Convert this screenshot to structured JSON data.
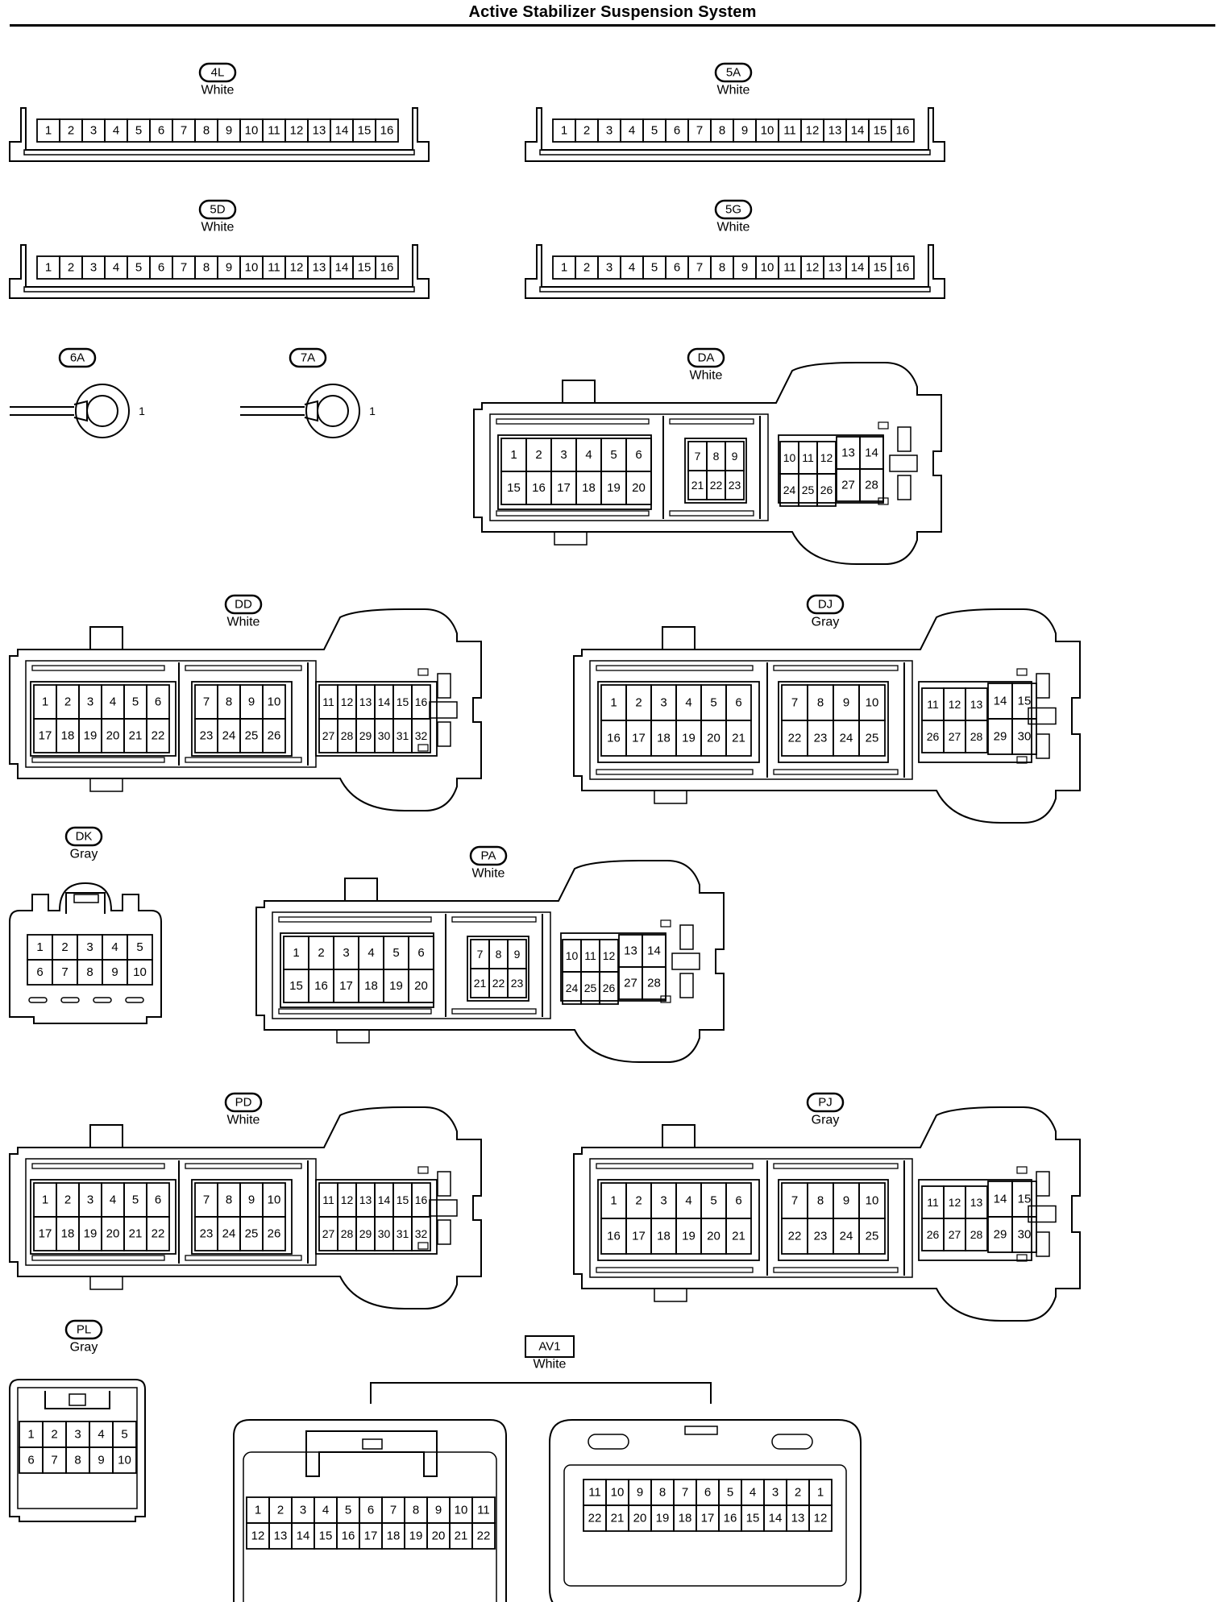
{
  "page_title": "Active Stabilizer Suspension System",
  "connectors": [
    {
      "id": "4L",
      "code": "4L",
      "color": "White",
      "kind": "strip",
      "pins": [
        "1",
        "2",
        "3",
        "4",
        "5",
        "6",
        "7",
        "8",
        "9",
        "10",
        "11",
        "12",
        "13",
        "14",
        "15",
        "16"
      ]
    },
    {
      "id": "5A",
      "code": "5A",
      "color": "White",
      "kind": "strip",
      "pins": [
        "1",
        "2",
        "3",
        "4",
        "5",
        "6",
        "7",
        "8",
        "9",
        "10",
        "11",
        "12",
        "13",
        "14",
        "15",
        "16"
      ]
    },
    {
      "id": "5D",
      "code": "5D",
      "color": "White",
      "kind": "strip",
      "pins": [
        "1",
        "2",
        "3",
        "4",
        "5",
        "6",
        "7",
        "8",
        "9",
        "10",
        "11",
        "12",
        "13",
        "14",
        "15",
        "16"
      ]
    },
    {
      "id": "5G",
      "code": "5G",
      "color": "White",
      "kind": "strip",
      "pins": [
        "1",
        "2",
        "3",
        "4",
        "5",
        "6",
        "7",
        "8",
        "9",
        "10",
        "11",
        "12",
        "13",
        "14",
        "15",
        "16"
      ]
    },
    {
      "id": "6A",
      "code": "6A",
      "kind": "ring",
      "pin": "1"
    },
    {
      "id": "7A",
      "code": "7A",
      "kind": "ring",
      "pin": "1"
    },
    {
      "id": "DA",
      "code": "DA",
      "color": "White",
      "kind": "ecu28",
      "groups": [
        {
          "cols": 6,
          "rows": [
            [
              "1",
              "2",
              "3",
              "4",
              "5",
              "6"
            ],
            [
              "15",
              "16",
              "17",
              "18",
              "19",
              "20"
            ]
          ]
        },
        {
          "cols": 3,
          "rows": [
            [
              "7",
              "8",
              "9"
            ],
            [
              "21",
              "22",
              "23"
            ]
          ]
        },
        {
          "cols": 3,
          "rows": [
            [
              "10",
              "11",
              "12"
            ],
            [
              "24",
              "25",
              "26"
            ]
          ]
        },
        {
          "cols": 2,
          "rows": [
            [
              "13",
              "14"
            ],
            [
              "27",
              "28"
            ]
          ]
        }
      ]
    },
    {
      "id": "DD",
      "code": "DD",
      "color": "White",
      "kind": "ecu32",
      "groups": [
        {
          "cols": 6,
          "rows": [
            [
              "1",
              "2",
              "3",
              "4",
              "5",
              "6"
            ],
            [
              "17",
              "18",
              "19",
              "20",
              "21",
              "22"
            ]
          ]
        },
        {
          "cols": 4,
          "rows": [
            [
              "7",
              "8",
              "9",
              "10"
            ],
            [
              "23",
              "24",
              "25",
              "26"
            ]
          ]
        },
        {
          "cols": 6,
          "rows": [
            [
              "11",
              "12",
              "13",
              "14",
              "15",
              "16"
            ],
            [
              "27",
              "28",
              "29",
              "30",
              "31",
              "32"
            ]
          ]
        }
      ]
    },
    {
      "id": "DJ",
      "code": "DJ",
      "color": "Gray",
      "kind": "ecu30",
      "groups": [
        {
          "cols": 6,
          "rows": [
            [
              "1",
              "2",
              "3",
              "4",
              "5",
              "6"
            ],
            [
              "16",
              "17",
              "18",
              "19",
              "20",
              "21"
            ]
          ]
        },
        {
          "cols": 4,
          "rows": [
            [
              "7",
              "8",
              "9",
              "10"
            ],
            [
              "22",
              "23",
              "24",
              "25"
            ]
          ]
        },
        {
          "cols": 3,
          "rows": [
            [
              "11",
              "12",
              "13"
            ],
            [
              "26",
              "27",
              "28"
            ]
          ]
        },
        {
          "cols": 2,
          "rows": [
            [
              "14",
              "15"
            ],
            [
              "29",
              "30"
            ]
          ]
        }
      ]
    },
    {
      "id": "DK",
      "code": "DK",
      "color": "Gray",
      "kind": "small10",
      "rows": [
        [
          "1",
          "2",
          "3",
          "4",
          "5"
        ],
        [
          "6",
          "7",
          "8",
          "9",
          "10"
        ]
      ]
    },
    {
      "id": "PA",
      "code": "PA",
      "color": "White",
      "kind": "ecu28",
      "groups": [
        {
          "cols": 6,
          "rows": [
            [
              "1",
              "2",
              "3",
              "4",
              "5",
              "6"
            ],
            [
              "15",
              "16",
              "17",
              "18",
              "19",
              "20"
            ]
          ]
        },
        {
          "cols": 3,
          "rows": [
            [
              "7",
              "8",
              "9"
            ],
            [
              "21",
              "22",
              "23"
            ]
          ]
        },
        {
          "cols": 3,
          "rows": [
            [
              "10",
              "11",
              "12"
            ],
            [
              "24",
              "25",
              "26"
            ]
          ]
        },
        {
          "cols": 2,
          "rows": [
            [
              "13",
              "14"
            ],
            [
              "27",
              "28"
            ]
          ]
        }
      ]
    },
    {
      "id": "PD",
      "code": "PD",
      "color": "White",
      "kind": "ecu32",
      "groups": [
        {
          "cols": 6,
          "rows": [
            [
              "1",
              "2",
              "3",
              "4",
              "5",
              "6"
            ],
            [
              "17",
              "18",
              "19",
              "20",
              "21",
              "22"
            ]
          ]
        },
        {
          "cols": 4,
          "rows": [
            [
              "7",
              "8",
              "9",
              "10"
            ],
            [
              "23",
              "24",
              "25",
              "26"
            ]
          ]
        },
        {
          "cols": 6,
          "rows": [
            [
              "11",
              "12",
              "13",
              "14",
              "15",
              "16"
            ],
            [
              "27",
              "28",
              "29",
              "30",
              "31",
              "32"
            ]
          ]
        }
      ]
    },
    {
      "id": "PJ",
      "code": "PJ",
      "color": "Gray",
      "kind": "ecu30",
      "groups": [
        {
          "cols": 6,
          "rows": [
            [
              "1",
              "2",
              "3",
              "4",
              "5",
              "6"
            ],
            [
              "16",
              "17",
              "18",
              "19",
              "20",
              "21"
            ]
          ]
        },
        {
          "cols": 4,
          "rows": [
            [
              "7",
              "8",
              "9",
              "10"
            ],
            [
              "22",
              "23",
              "24",
              "25"
            ]
          ]
        },
        {
          "cols": 3,
          "rows": [
            [
              "11",
              "12",
              "13"
            ],
            [
              "26",
              "27",
              "28"
            ]
          ]
        },
        {
          "cols": 2,
          "rows": [
            [
              "14",
              "15"
            ],
            [
              "29",
              "30"
            ]
          ]
        }
      ]
    },
    {
      "id": "PL",
      "code": "PL",
      "color": "Gray",
      "kind": "small10b",
      "rows": [
        [
          "1",
          "2",
          "3",
          "4",
          "5"
        ],
        [
          "6",
          "7",
          "8",
          "9",
          "10"
        ]
      ]
    },
    {
      "id": "AV1",
      "code": "AV1",
      "color": "White",
      "kind": "pair22",
      "female": [
        [
          "1",
          "2",
          "3",
          "4",
          "5",
          "6",
          "7",
          "8",
          "9",
          "10",
          "11"
        ],
        [
          "12",
          "13",
          "14",
          "15",
          "16",
          "17",
          "18",
          "19",
          "20",
          "21",
          "22"
        ]
      ],
      "male": [
        [
          "11",
          "10",
          "9",
          "8",
          "7",
          "6",
          "5",
          "4",
          "3",
          "2",
          "1"
        ],
        [
          "22",
          "21",
          "20",
          "19",
          "18",
          "17",
          "16",
          "15",
          "14",
          "13",
          "12"
        ]
      ]
    }
  ]
}
